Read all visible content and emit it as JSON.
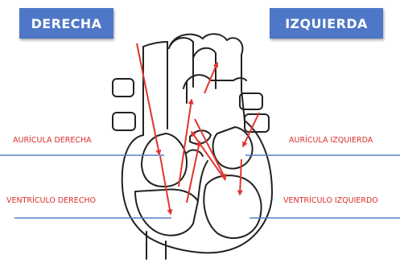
{
  "headers": {
    "right_side": "DERECHA",
    "left_side": "IZQUIERDA"
  },
  "labels": {
    "right_atrium": "AURÍCULA DERECHA",
    "left_atrium": "AURÍCULA IZQUIERDA",
    "right_ventricle": "VENTRÍCULO DERECHO",
    "left_ventricle": "VENTRÍCULO IZQUIERDO"
  },
  "colors": {
    "badge": "#4f77c7",
    "label_text": "#d9302b",
    "arrows": "#e3342f",
    "pointer_lines": "#5a7ec4",
    "outline": "#222222"
  }
}
